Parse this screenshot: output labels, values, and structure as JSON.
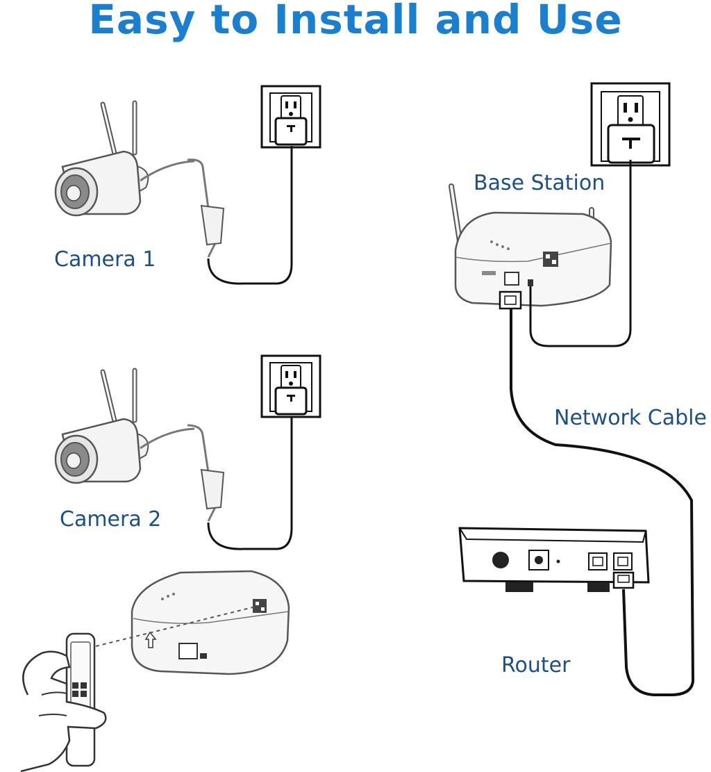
{
  "title": "Easy to Install and Use",
  "labels": {
    "camera1": "Camera 1",
    "camera2": "Camera 2",
    "base_station": "Base Station",
    "network_cable": "Network Cable",
    "router": "Router"
  },
  "colors": {
    "title": "#1b7fcf",
    "label": "#1b4f86",
    "line": "#111111",
    "outline": "#555555",
    "fill_light": "#f2f2f2",
    "fill_mid": "#d8d8d8",
    "fill_dark": "#888888"
  },
  "icons": {
    "outlet": "wall-outlet-icon",
    "camera": "bullet-camera-icon",
    "base": "base-station-icon",
    "router": "router-icon",
    "phone": "phone-in-hand-icon",
    "plug": "rj45-plug-icon"
  }
}
